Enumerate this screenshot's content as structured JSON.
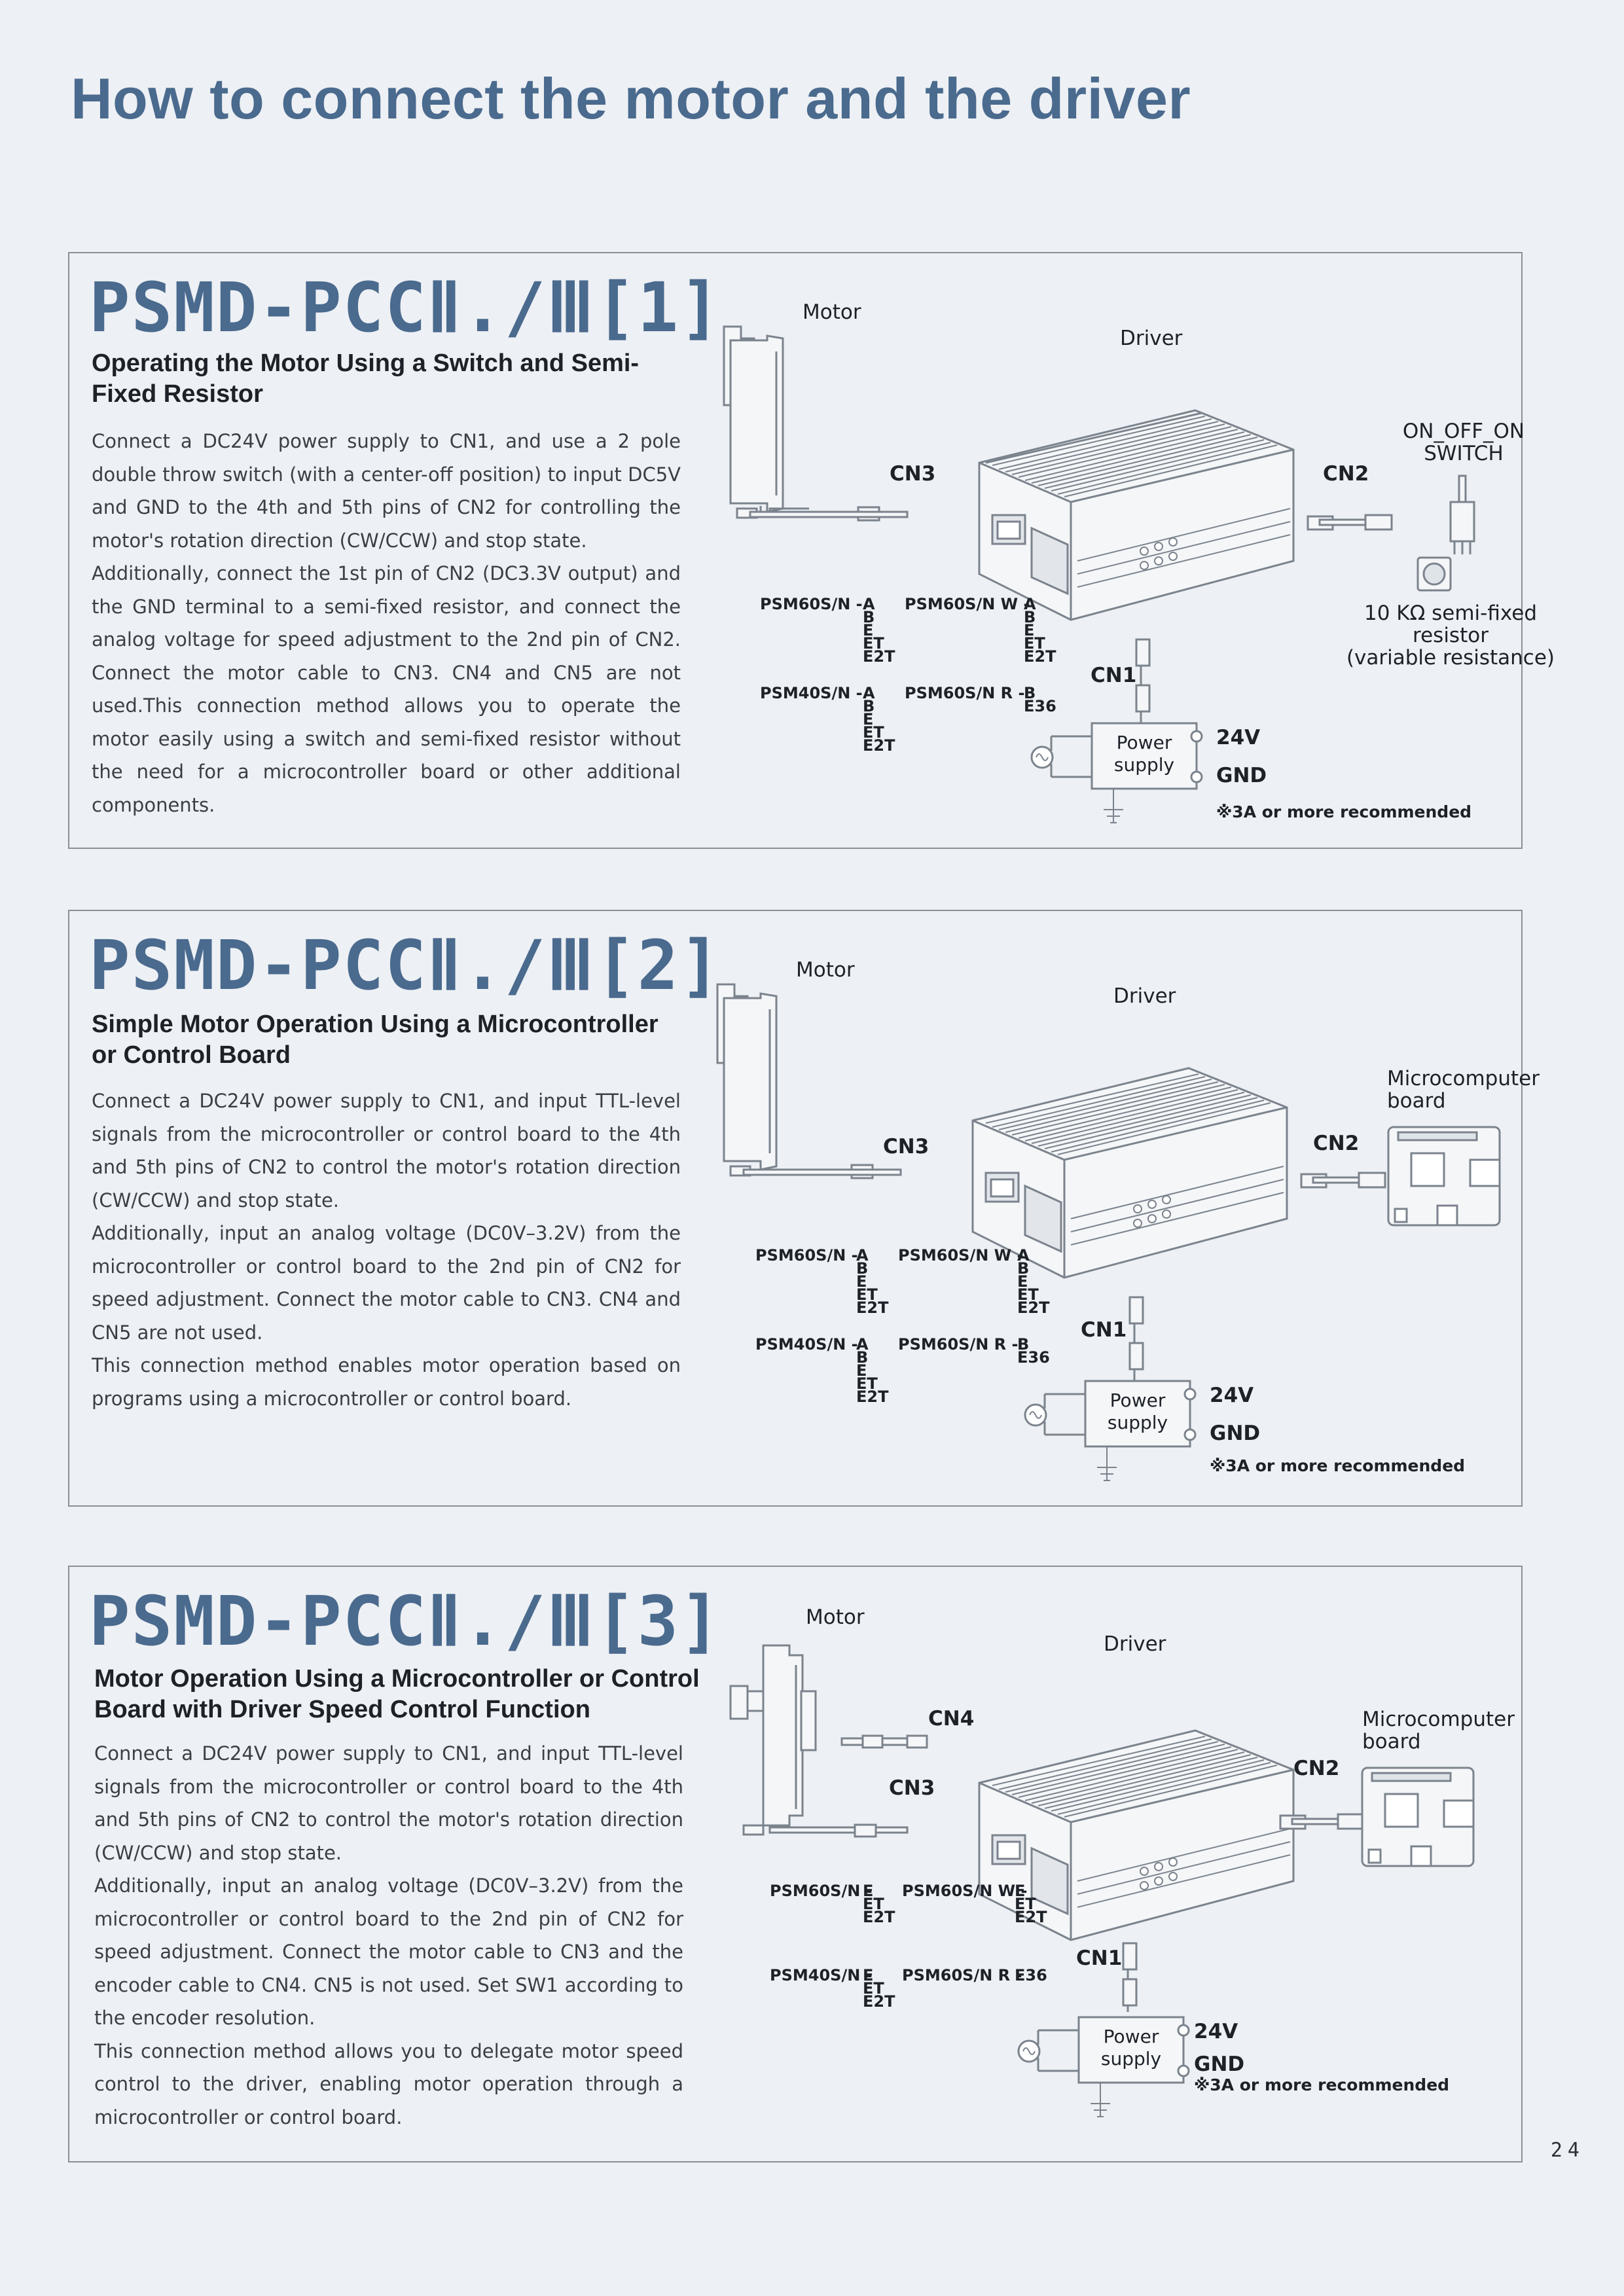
{
  "page": {
    "title": "How to connect the motor and the driver",
    "page_number": "24"
  },
  "panels": [
    {
      "model": "PSMD-PCCⅡ./Ⅲ[1]",
      "subtitle": "Operating the Motor Using a Switch and Semi-Fixed Resistor",
      "paragraphs": [
        "Connect a DC24V power supply to CN1, and use a 2 pole double throw switch (with a center-off position) to input DC5V and GND to the 4th and 5th pins of CN2 for controlling the motor's rotation direction (CW/CCW) and stop state.",
        "Additionally, connect the 1st pin of CN2 (DC3.3V output) and the GND terminal to a semi-fixed resistor, and connect the analog voltage for speed adjustment to the 2nd pin of CN2. Connect the motor cable to CN3. CN4 and CN5 are not used.This connection method allows you to operate the motor easily using a switch and semi-fixed resistor without the need for a microcontroller board or other additional components."
      ],
      "diagram": {
        "motor": "Motor",
        "driver": "Driver",
        "cn3": "CN3",
        "cn2": "CN2",
        "cn1": "CN1",
        "power_supply": [
          "Power",
          "supply"
        ],
        "v24": "24V",
        "gnd": "GND",
        "note": "※3A or more recommended",
        "switch": [
          "ON_OFF_ON",
          "SWITCH"
        ],
        "resistor": [
          "10 KΩ semi-fixed",
          "resistor",
          "(variable resistance)"
        ],
        "motors": [
          {
            "model": "PSM60S/N - ",
            "pins": [
              "A",
              "B",
              "E",
              "ET",
              "E2T"
            ]
          },
          {
            "model": "PSM60S/N W - ",
            "pins": [
              "A",
              "B",
              "E",
              "ET",
              "E2T"
            ]
          },
          {
            "model": "PSM40S/N - ",
            "pins": [
              "A",
              "B",
              "E",
              "ET",
              "E2T"
            ]
          },
          {
            "model": "PSM60S/N R - ",
            "pins": [
              "B",
              "E36"
            ]
          }
        ]
      }
    },
    {
      "model": "PSMD-PCCⅡ./Ⅲ[2]",
      "subtitle": "Simple Motor Operation Using a Microcontroller or Control Board",
      "paragraphs": [
        "Connect a DC24V power supply to CN1, and input TTL-level signals from the microcontroller or control board to the 4th and 5th pins of CN2 to control the motor's rotation direction (CW/CCW) and stop state.",
        "Additionally, input an analog voltage (DC0V–3.2V) from the microcontroller or control board to the 2nd pin of CN2 for speed adjustment. Connect the motor cable to CN3. CN4 and CN5 are not used.",
        "This connection method enables motor operation based on programs using a microcontroller or control board."
      ],
      "diagram": {
        "motor": "Motor",
        "driver": "Driver",
        "cn3": "CN3",
        "cn2": "CN2",
        "cn1": "CN1",
        "power_supply": [
          "Power",
          "supply"
        ],
        "v24": "24V",
        "gnd": "GND",
        "note": "※3A or more recommended",
        "micro": [
          "Microcomputer",
          "board"
        ],
        "motors": [
          {
            "model": "PSM60S/N - ",
            "pins": [
              "A",
              "B",
              "E",
              "ET",
              "E2T"
            ]
          },
          {
            "model": "PSM60S/N W - ",
            "pins": [
              "A",
              "B",
              "E",
              "ET",
              "E2T"
            ]
          },
          {
            "model": "PSM40S/N - ",
            "pins": [
              "A",
              "B",
              "E",
              "ET",
              "E2T"
            ]
          },
          {
            "model": "PSM60S/N R - ",
            "pins": [
              "B",
              "E36"
            ]
          }
        ]
      }
    },
    {
      "model": "PSMD-PCCⅡ./Ⅲ[3]",
      "subtitle": "Motor Operation Using a Microcontroller or Control Board with Driver Speed Control Function",
      "paragraphs": [
        "Connect a DC24V power supply to CN1, and input TTL-level signals from the microcontroller or control board to the 4th and 5th pins of CN2 to control the motor's rotation direction (CW/CCW) and stop state.",
        "Additionally, input an analog voltage (DC0V–3.2V) from the microcontroller or control board to the 2nd pin of CN2 for speed adjustment. Connect the motor cable to CN3 and the encoder cable to CN4. CN5 is not used. Set SW1 according to the encoder resolution.",
        "This connection method allows you to delegate motor speed control to the driver, enabling motor operation through a microcontroller or control board."
      ],
      "diagram": {
        "motor": "Motor",
        "driver": "Driver",
        "cn4": "CN4",
        "cn3": "CN3",
        "cn2": "CN2",
        "cn1": "CN1",
        "power_supply": [
          "Power",
          "supply"
        ],
        "v24": "24V",
        "gnd": "GND",
        "note": "※3A or more recommended",
        "micro": [
          "Microcomputer",
          "board"
        ],
        "motors": [
          {
            "model": "PSM60S/N - ",
            "pins": [
              "E",
              "ET",
              "E2T"
            ]
          },
          {
            "model": "PSM60S/N W - ",
            "pins": [
              "E",
              "ET",
              "E2T"
            ]
          },
          {
            "model": "PSM40S/N - ",
            "pins": [
              "E",
              "ET",
              "E2T"
            ]
          },
          {
            "model": "PSM60S/N R - ",
            "pins": [
              "E36"
            ]
          }
        ]
      }
    }
  ]
}
